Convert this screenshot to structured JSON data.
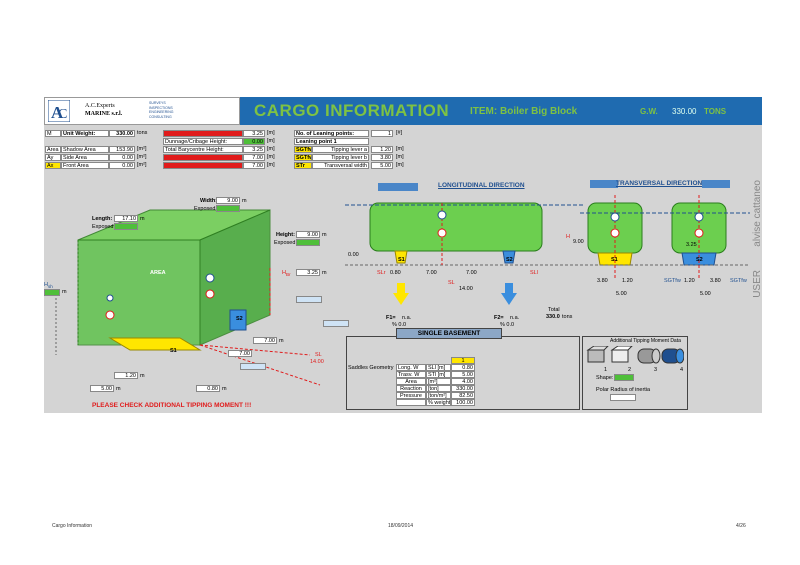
{
  "header": {
    "company_line1": "A.C.Experts",
    "company_line2": "MARINE s.r.l.",
    "services": [
      "SURVEYS",
      "INSPECTIONS",
      "ENGINEERING",
      "CONSULTING"
    ],
    "title": "CARGO INFORMATION",
    "item": "ITEM:  Boiler Big Block",
    "gw_label": "G.W.",
    "gw_value": "330.00",
    "gw_unit": "TONS"
  },
  "weight": {
    "m_label": "M",
    "label": "Unit Weight:",
    "value": "330.00",
    "unit": "tons"
  },
  "areas": {
    "rows": [
      {
        "key": "Area",
        "name": "Shadow Area",
        "value": "153.90",
        "unit": "[m²]"
      },
      {
        "key": "Ay",
        "name": "Side Area",
        "value": "0.00",
        "unit": "[m²]"
      },
      {
        "key": "Ax",
        "name": "Front Area",
        "value": "0.00",
        "unit": "[m²]"
      }
    ]
  },
  "heights": {
    "h1_value": "3.25",
    "h1_unit": "[m]",
    "dunnage_label": "Dunnage/Cribage Height:",
    "dunnage_value": "0.00",
    "dunnage_unit": "[m]",
    "total_label": "Total Barycentre Height:",
    "total_value": "3.25",
    "total_unit": "[m]",
    "h2_value": "7.00",
    "h2_unit": "[m]",
    "h3_value": "7.00",
    "h3_unit": "[m]"
  },
  "leaning": {
    "label": "No. of Leaning points:",
    "value": "1",
    "unit": "[#]",
    "point_label": "Leaning point 1",
    "rows": [
      {
        "key": "SGTfw",
        "name": "Tipping lever a",
        "value": "1.20",
        "unit": "[m]"
      },
      {
        "key": "SGTfw",
        "name": "Tipping lever b",
        "value": "3.80",
        "unit": "[m]"
      },
      {
        "key": "STr",
        "name": "Transversal width",
        "value": "5.00",
        "unit": "[m]"
      }
    ]
  },
  "box_diagram": {
    "width_label": "Width:",
    "width_value": "9.00",
    "width_unit": "m",
    "width_exposed": "Exposed",
    "length_label": "Length:",
    "length_value": "17.10",
    "length_unit": "m",
    "length_exposed": "Exposed",
    "height_label": "Height:",
    "height_value": "9.00",
    "height_unit": "m",
    "height_exposed": "Exposed",
    "area_label": "AREA",
    "hbr_value": "3.25",
    "hbr_unit": "m",
    "hsh_unit": "m",
    "sg_value": "7.00",
    "sg_unit": "m",
    "s1": "S1",
    "s2": "S2",
    "sl_label": "SL",
    "sl_value": "14.00",
    "b1_value": "1.20",
    "b1_unit": "m",
    "b2_value": "5.00",
    "b2_unit": "m",
    "b3_value": "0.80",
    "b3_unit": "m",
    "warning": "PLEASE CHECK ADDITIONAL TIPPING MOMENT !!!"
  },
  "longitudinal": {
    "title": "LONGITUDINAL DIRECTION",
    "h_value": "9.00",
    "h_label": "H",
    "hsh_value": "0.00",
    "sl_left": "SLr",
    "v1": "0.80",
    "v2": "7.00",
    "v3": "7.00",
    "sl_right": "SLl",
    "s1": "S1",
    "s2": "S2",
    "sl_total_label": "SL",
    "sl_total": "14.00",
    "f1_label": "F1=",
    "f1_value": "n.a.",
    "f1_pct": "% 0.0",
    "f2_label": "F2=",
    "f2_value": "n.a.",
    "f2_pct": "% 0.0",
    "total_label": "Total",
    "total_value": "330.0",
    "total_unit": "tons"
  },
  "transversal": {
    "title": "TRANSVERSAL DIRECTION",
    "hs_value": "3.25",
    "s1": "S1",
    "s2": "S2",
    "a1": "3.80",
    "a2": "1.20",
    "b1": "1.20",
    "b2": "3.80",
    "w1": "5.00",
    "w2": "5.00",
    "sgtfw": "SGTfw",
    "sgtfw2": "SGTfw"
  },
  "basement": {
    "title": "SINGLE BASEMENT",
    "geometry_label": "Saddles Geometry",
    "col_header": "1",
    "rows": [
      {
        "name": "Long. W",
        "unit": "SLl [m]",
        "value": "0.80"
      },
      {
        "name": "Trasv. W",
        "unit": "STl [m]",
        "value": "5.00"
      },
      {
        "name": "Area",
        "unit": "[m²]",
        "value": "4.00"
      },
      {
        "name": "Reaction",
        "unit": "[ton]",
        "value": "330.00"
      },
      {
        "name": "Pressure",
        "unit": "[ton/m²]",
        "value": "82.50"
      },
      {
        "name": "",
        "unit": "% weight",
        "value": "100.00"
      }
    ]
  },
  "tipping": {
    "title": "Additional Tipping Moment Data",
    "shape_nums": [
      "1",
      "2",
      "3",
      "4"
    ],
    "shape_label": "Shape:",
    "polar_label": "Polar Radius of inertia"
  },
  "side": {
    "name": "alvise cattaneo",
    "user": "USER"
  },
  "footer": {
    "left": "Cargo Information",
    "center": "18/09/2014",
    "right": "4/26"
  },
  "colors": {
    "header_blue": "#1f6bb0",
    "title_green": "#7ec243",
    "cargo_green": "#4fbf3a",
    "saddle_yellow": "#ffe600",
    "saddle_blue": "#3a8ede",
    "alert_red": "#e01b1b"
  }
}
